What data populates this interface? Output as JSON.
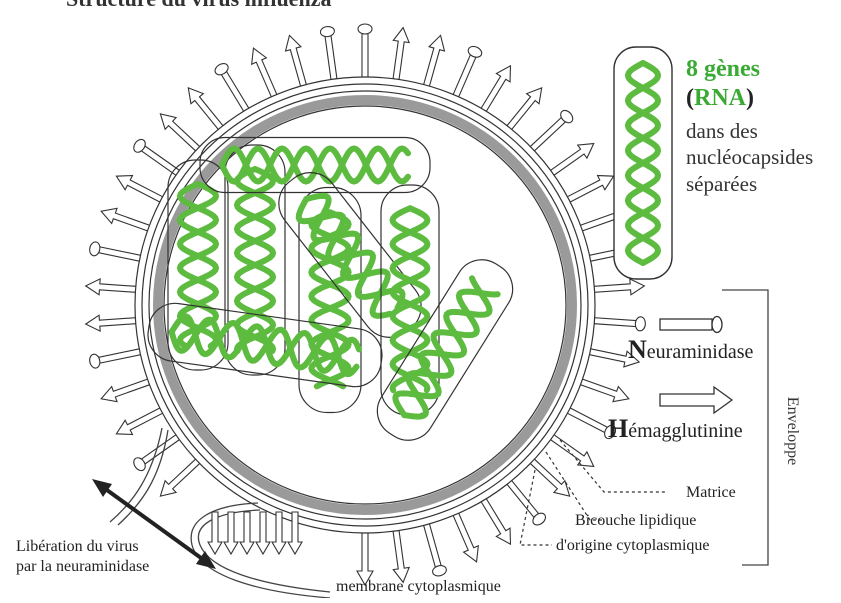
{
  "top_caption": "Structure du virus influenza",
  "legend": {
    "title_line1": "8 gènes",
    "title_open": "(",
    "title_rna": "RNA",
    "title_close": ")",
    "description": "dans des\nnucléocapsides\nséparées"
  },
  "labels": {
    "neuraminidase_initial": "N",
    "neuraminidase_rest": "euraminidase",
    "hemagglutinine_initial": "H",
    "hemagglutinine_rest": "émagglutinine",
    "enveloppe": "Enveloppe",
    "matrice": "Matrice",
    "bicouche_line1": "Bicouche lipidique",
    "bicouche_line2": "d'origine cytoplasmique",
    "liberation_line1": "Libération du virus",
    "liberation_line2": "par la neuraminidase",
    "membrane": "membrane cytoplasmique"
  },
  "colors": {
    "rna_green": "#5dbb3f",
    "outline": "#333333",
    "matrix_gray": "#9a9a9a"
  }
}
